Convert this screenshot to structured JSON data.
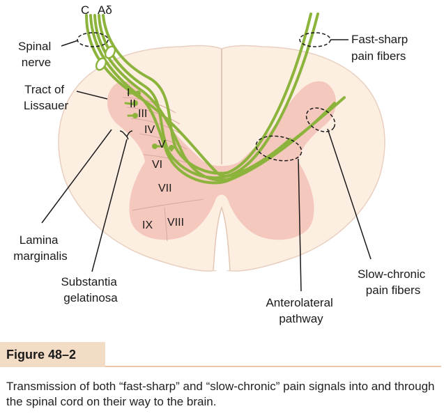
{
  "colors": {
    "cord": "#fdeee2",
    "grey_matter": "#f5c8be",
    "fiber": "#8cb43c",
    "figure_label_bg": "#f3dcc6",
    "rule": "#e9c6a8"
  },
  "diagram": {
    "fiber_labels": {
      "c": "C",
      "a_delta": "Aδ"
    },
    "labels": {
      "spinal_nerve": [
        "Spinal",
        "nerve"
      ],
      "tract_of_lissauer": [
        "Tract of",
        "Lissauer"
      ],
      "lamina_marginalis": [
        "Lamina",
        "marginalis"
      ],
      "substantia_gelatinosa": [
        "Substantia",
        "gelatinosa"
      ],
      "fast_sharp": [
        "Fast-sharp",
        "pain fibers"
      ],
      "slow_chronic": [
        "Slow-chronic",
        "pain fibers"
      ],
      "anterolateral": [
        "Anterolateral",
        "pathway"
      ]
    },
    "laminae": [
      "I",
      "II",
      "III",
      "IV",
      "V",
      "VI",
      "VII",
      "VIII",
      "IX"
    ]
  },
  "figure": {
    "label": "Figure 48–2",
    "caption": "Transmission of both “fast-sharp” and “slow-chronic” pain signals into and through the spinal cord on their way to the brain."
  }
}
